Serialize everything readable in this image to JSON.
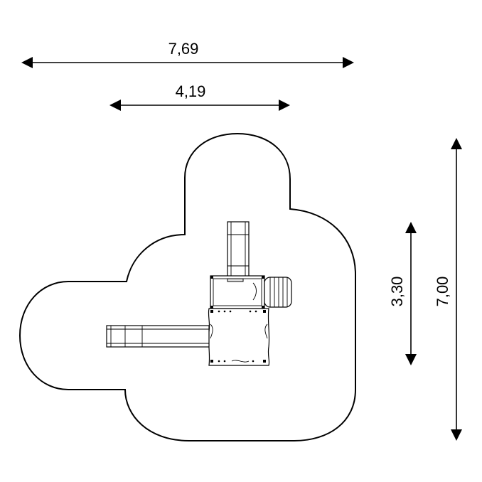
{
  "dimensions": {
    "overall_width": "7,69",
    "inner_width": "4,19",
    "inner_depth": "3,30",
    "overall_depth": "7,00"
  },
  "colors": {
    "line": "#000000",
    "background": "#ffffff",
    "fill": "#e6e6e6"
  }
}
